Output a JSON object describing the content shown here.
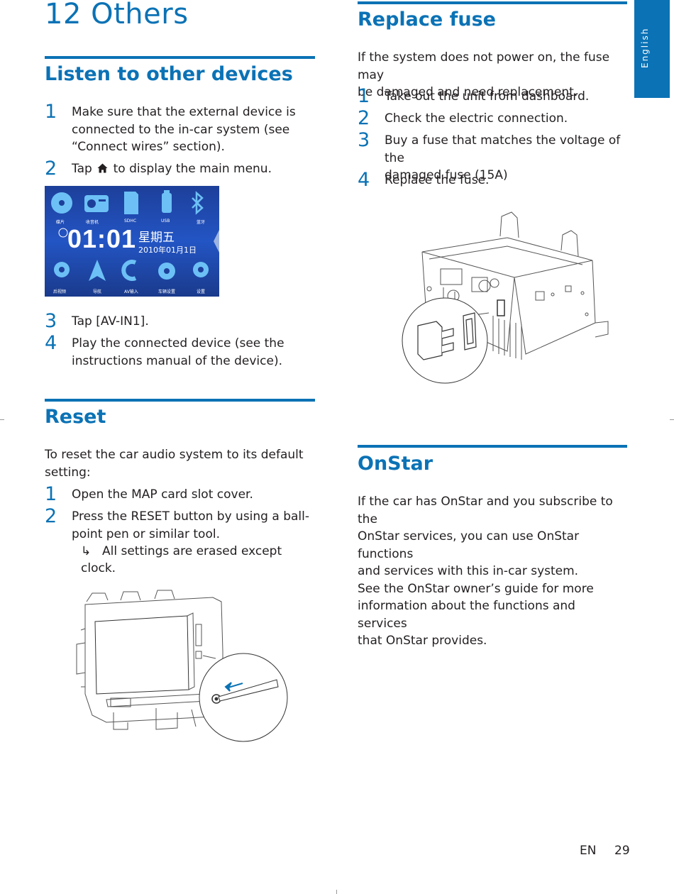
{
  "chapter": {
    "title": "12  Others"
  },
  "language_tab": "English",
  "listen": {
    "title": "Listen to other devices",
    "steps": [
      {
        "num": "1",
        "text_lines": [
          "Make sure that the external device is",
          "connected to the in-car system (see",
          "“Connect wires” section)."
        ]
      },
      {
        "num": "2",
        "text_before": "Tap",
        "text_after": "to display the main menu."
      },
      {
        "num": "3",
        "text_before": "Tap",
        "text_bold": "[AV-IN1]",
        "text_after": "."
      },
      {
        "num": "4",
        "text_lines": [
          "Play the connected device (see the",
          "instructions manual of the device)."
        ]
      }
    ],
    "screen": {
      "labels": [
        "碟片",
        "收音机",
        "SDHC",
        "USB",
        "蓝牙",
        "后视频",
        "导航",
        "AV输入",
        "车辆设置",
        "设置"
      ],
      "clock": "01:01",
      "weekday": "星期五",
      "date": "2010年01月1日"
    }
  },
  "reset": {
    "title": "Reset",
    "intro_lines": [
      "To reset the car audio system to its default",
      "setting:"
    ],
    "steps": [
      {
        "num": "1",
        "text_lines": [
          "Open the MAP card slot cover."
        ]
      },
      {
        "num": "2",
        "text_lines": [
          "Press the RESET button by using a ball-",
          "point pen or similar tool."
        ]
      }
    ],
    "result_arrow": "↳",
    "result": "All settings are erased except clock."
  },
  "fuse": {
    "title": "Replace fuse",
    "intro_lines": [
      "If the system does not power on, the fuse may",
      "be damaged and need replacement."
    ],
    "steps": [
      {
        "num": "1",
        "text_lines": [
          "Take out the unit from dashboard."
        ]
      },
      {
        "num": "2",
        "text_lines": [
          "Check the electric connection."
        ]
      },
      {
        "num": "3",
        "text_lines": [
          "Buy a fuse that matches the voltage of the",
          "damaged fuse (15A)"
        ]
      },
      {
        "num": "4",
        "text_lines": [
          "Replace the fuse."
        ]
      }
    ]
  },
  "onstar": {
    "title": "OnStar",
    "body_lines": [
      "If the car has OnStar and you subscribe to the",
      "OnStar services, you can use OnStar functions",
      "and services with this in-car system.",
      "See the OnStar owner’s guide for more",
      "information about the functions and services",
      "that OnStar provides."
    ]
  },
  "footer": {
    "lang": "EN",
    "page": "29"
  },
  "colors": {
    "accent": "#0b72b5",
    "text": "#231f20"
  }
}
